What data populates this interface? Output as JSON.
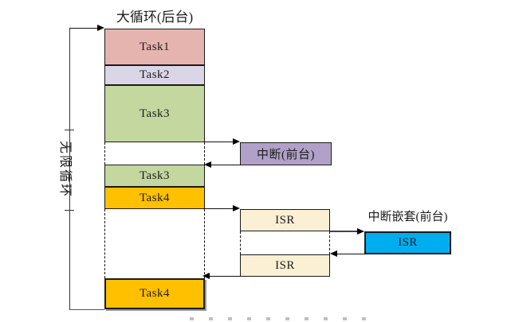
{
  "title": "大循环(后台)",
  "loop": {
    "label": "无限循环"
  },
  "stack": {
    "task1": {
      "label": "Task1",
      "color": "#E6B4AF"
    },
    "task2": {
      "label": "Task2",
      "color": "#DBD5E8"
    },
    "task3_first": {
      "label": "Task3",
      "color": "#C3D79E"
    },
    "task3_second": {
      "label": "Task3",
      "color": "#C3D79E"
    },
    "task4_first": {
      "label": "Task4",
      "color": "#FFC000"
    },
    "task4_second": {
      "label": "Task4",
      "color": "#FFC000"
    }
  },
  "foreground": {
    "interrupt": {
      "label": "中断(前台)",
      "color": "#B1A0C7"
    },
    "isr_first": {
      "label": "ISR",
      "color": "#FBF0D3"
    },
    "isr_second": {
      "label": "ISR",
      "color": "#FBF0D3"
    },
    "nested": {
      "title": "中断嵌套(前台)",
      "label": "ISR",
      "color": "#00AEEF"
    }
  }
}
